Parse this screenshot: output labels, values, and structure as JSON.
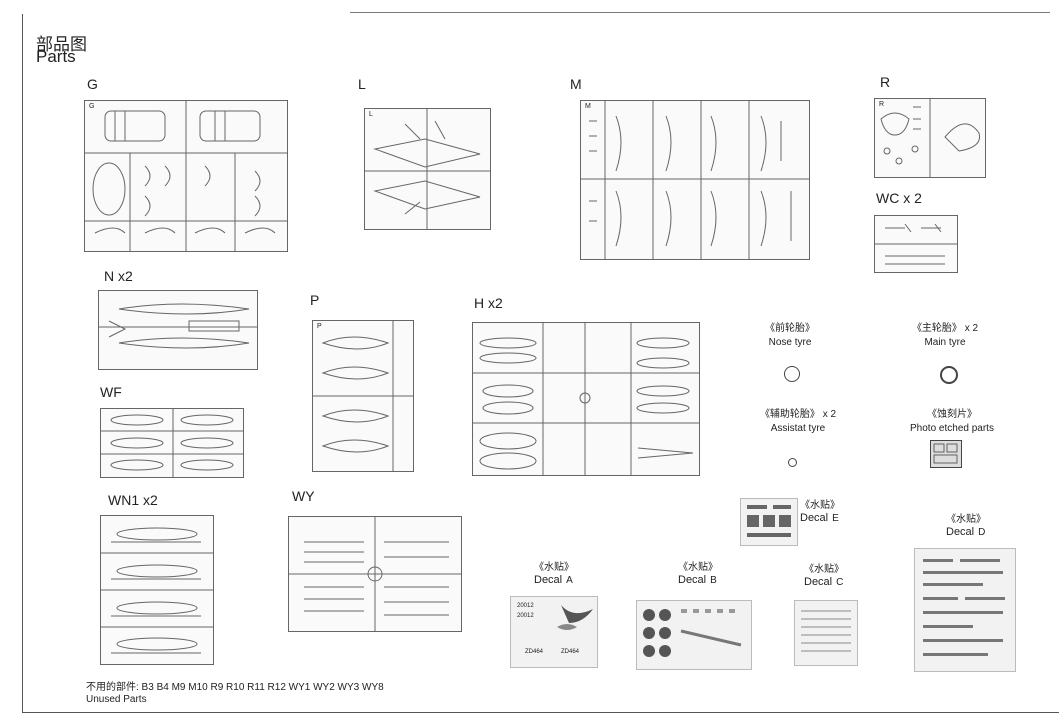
{
  "header": {
    "title_cn": "部品图",
    "title_en": "Parts"
  },
  "sprues": [
    {
      "id": "G",
      "label": "G",
      "tag": "G"
    },
    {
      "id": "L",
      "label": "L",
      "tag": "L"
    },
    {
      "id": "M",
      "label": "M",
      "tag": "M"
    },
    {
      "id": "R",
      "label": "R",
      "tag": "R"
    },
    {
      "id": "WC",
      "label": "WC x 2",
      "tag": ""
    },
    {
      "id": "N",
      "label": "N x2",
      "tag": ""
    },
    {
      "id": "P",
      "label": "P",
      "tag": "P"
    },
    {
      "id": "H",
      "label": "H x2",
      "tag": ""
    },
    {
      "id": "WF",
      "label": "WF",
      "tag": ""
    },
    {
      "id": "WN1",
      "label": "WN1 x2",
      "tag": ""
    },
    {
      "id": "WY",
      "label": "WY",
      "tag": ""
    }
  ],
  "extras": {
    "nose_tyre": {
      "cn": "《前轮胎》",
      "en": "Nose tyre"
    },
    "main_tyre": {
      "cn": "《主轮胎》",
      "qty": "x 2",
      "en": "Main tyre"
    },
    "assistat_tyre": {
      "cn": "《辅助轮胎》",
      "qty": "x 2",
      "en": "Assistat tyre"
    },
    "photo_etched": {
      "cn": "《蚀刻片》",
      "en": "Photo etched parts"
    }
  },
  "decals": [
    {
      "id": "A",
      "cn": "《水贴》",
      "en": "Decal",
      "letter": "A"
    },
    {
      "id": "B",
      "cn": "《水贴》",
      "en": "Decal",
      "letter": "B"
    },
    {
      "id": "C",
      "cn": "《水贴》",
      "en": "Decal",
      "letter": "C"
    },
    {
      "id": "D",
      "cn": "《水贴》",
      "en": "Decal",
      "letter": "D"
    },
    {
      "id": "E",
      "cn": "《水贴》",
      "en": "Decal",
      "letter": "E"
    }
  ],
  "decal_text": {
    "a1": "20012",
    "a2": "20012",
    "a3": "ZD464",
    "a4": "ZD464"
  },
  "unused": {
    "cn": "不用的部件: B3  B4  M9  M10  R9   R10   R11   R12   WY1   WY2   WY3   WY8",
    "en": "Unused Parts"
  }
}
